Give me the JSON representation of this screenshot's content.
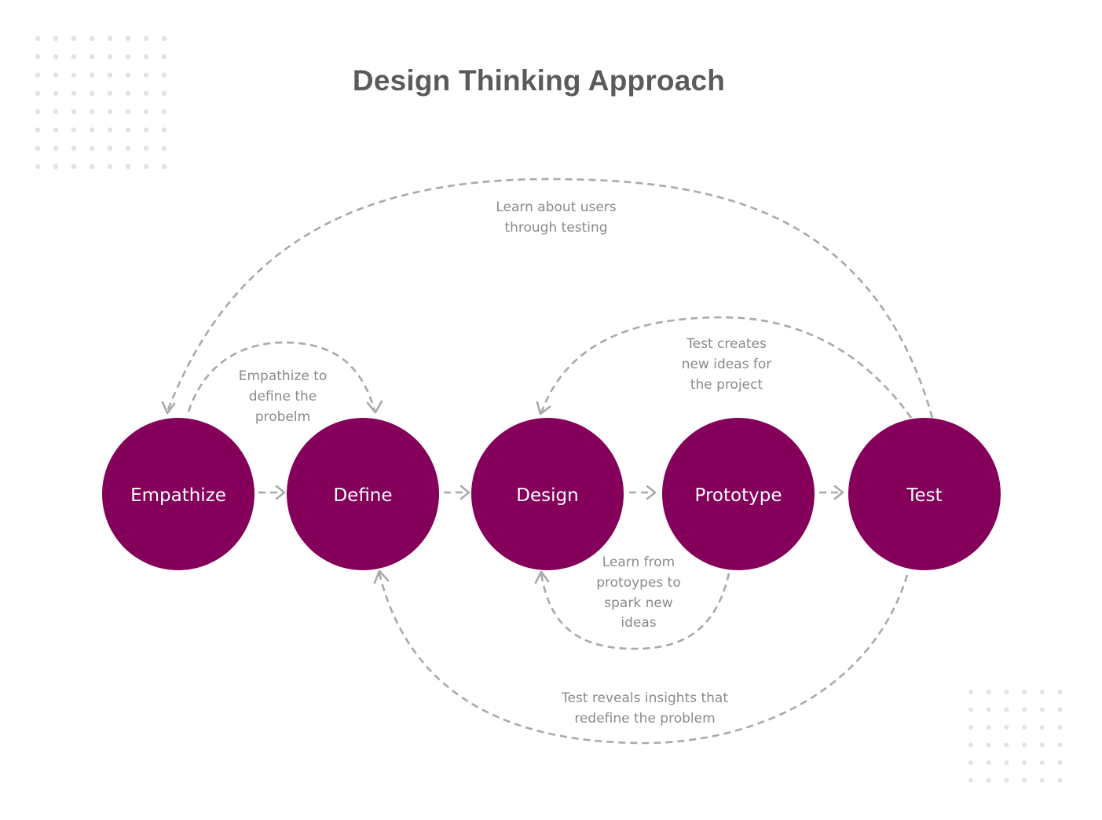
{
  "title": "Design Thinking Approach",
  "colors": {
    "circle_fill": "#85005a",
    "arrow": "#a9a9a9",
    "note_text": "#8a8a8a",
    "title_text": "#5b5b5b",
    "dot_grid": "#e3e3e3"
  },
  "stages": [
    {
      "id": "empathize",
      "label": "Empathize"
    },
    {
      "id": "define",
      "label": "Define"
    },
    {
      "id": "design",
      "label": "Design"
    },
    {
      "id": "prototype",
      "label": "Prototype"
    },
    {
      "id": "test",
      "label": "Test"
    }
  ],
  "notes": {
    "learn_users": [
      "Learn about users",
      "through testing"
    ],
    "empathize_define": [
      "Empathize to",
      "define the",
      "probelm"
    ],
    "test_creates": [
      "Test creates",
      "new ideas for",
      "the project"
    ],
    "learn_prototypes": [
      "Learn from",
      "protoypes to",
      "spark new",
      "ideas"
    ],
    "test_reveals": [
      "Test reveals insights that",
      "redefine the problem"
    ]
  }
}
